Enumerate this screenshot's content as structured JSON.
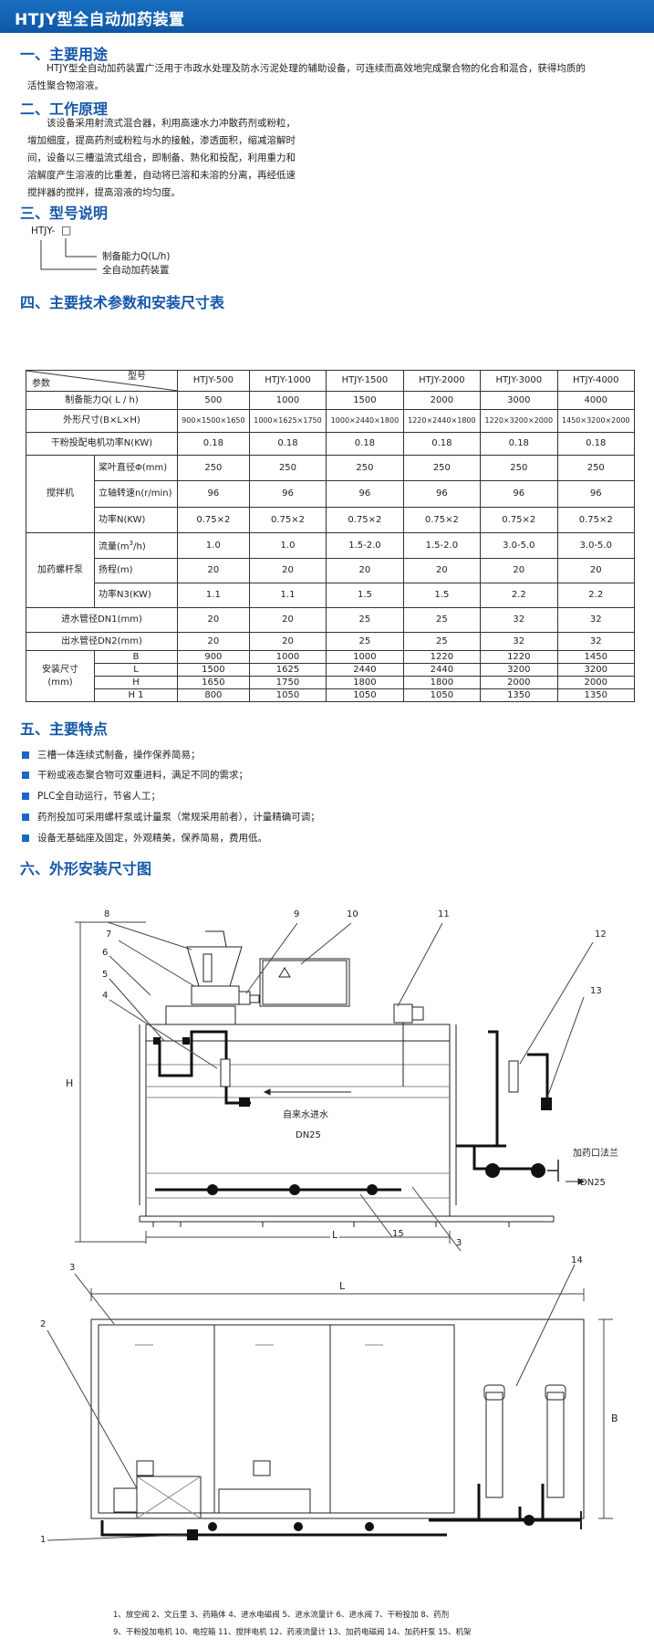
{
  "title": "HTJY型全自动加药装置",
  "sections": {
    "s1": "一、主要用途",
    "s2": "二、工作原理",
    "s3": "三、型号说明",
    "s4": "四、主要技术参数和安装尺寸表",
    "s5": "五、主要特点",
    "s6": "六、外形安装尺寸图"
  },
  "usage": [
    "HTJY型全自动加药装置广泛用于市政水处理及防水污泥处理的辅助设备，可连续而高效地完成聚合物的化合和混合，获得均质的",
    "活性聚合物溶液。"
  ],
  "principle": [
    "该设备采用射流式混合器，利用高速水力冲散药剂或粉粒，",
    "增加细度，提高药剂或粉粒与水的接触，渗透面积，缩减溶解时",
    "间，设备以三槽溢流式组合，即制备、熟化和投配，利用重力和",
    "溶解度产生溶液的比重差，自动将已溶和未溶的分离，再经低速",
    "搅拌器的搅拌，提高溶液的均匀度。"
  ],
  "model": {
    "code": "HTJY-",
    "box": "□",
    "cap": "制备能力Q(L/h)",
    "name": "全自动加药装置"
  },
  "table": {
    "h_model": "型号",
    "h_param": "参数",
    "models": [
      "HTJY-500",
      "HTJY-1000",
      "HTJY-1500",
      "HTJY-2000",
      "HTJY-3000",
      "HTJY-4000"
    ],
    "capacity": {
      "label": "制备能力Q( L / h)",
      "v": [
        "500",
        "1000",
        "1500",
        "2000",
        "3000",
        "4000"
      ]
    },
    "size": {
      "label": "外形尺寸(B×L×H)",
      "v": [
        "900×1500×1650",
        "1000×1625×1750",
        "1000×2440×1800",
        "1220×2440×1800",
        "1220×3200×2000",
        "1450×3200×2000"
      ]
    },
    "motor": {
      "label": "干粉投配电机功率N(KW)",
      "v": [
        "0.18",
        "0.18",
        "0.18",
        "0.18",
        "0.18",
        "0.18"
      ]
    },
    "mixer": {
      "group": "搅拌机",
      "dia": {
        "label": "桨叶直径Φ(mm)",
        "v": [
          "250",
          "250",
          "250",
          "250",
          "250",
          "250"
        ]
      },
      "speed": {
        "label": "立轴转速n(r/min)",
        "v": [
          "96",
          "96",
          "96",
          "96",
          "96",
          "96"
        ]
      },
      "power": {
        "label": "功率N(KW)",
        "v": [
          "0.75×2",
          "0.75×2",
          "0.75×2",
          "0.75×2",
          "0.75×2",
          "0.75×2"
        ]
      }
    },
    "pump": {
      "group": "加药螺杆泵",
      "flow": {
        "label_a": "流量(m",
        "label_sup": "3",
        "label_b": "/h)",
        "v": [
          "1.0",
          "1.0",
          "1.5-2.0",
          "1.5-2.0",
          "3.0-5.0",
          "3.0-5.0"
        ]
      },
      "lift": {
        "label": "扬程(m)",
        "v": [
          "20",
          "20",
          "20",
          "20",
          "20",
          "20"
        ]
      },
      "power": {
        "label": "功率N3(KW)",
        "v": [
          "1.1",
          "1.1",
          "1.5",
          "1.5",
          "2.2",
          "2.2"
        ]
      }
    },
    "inlet": {
      "label": "进水管径DN1(mm)",
      "v": [
        "20",
        "20",
        "25",
        "25",
        "32",
        "32"
      ]
    },
    "outlet": {
      "label": "出水管径DN2(mm)",
      "v": [
        "20",
        "20",
        "25",
        "25",
        "32",
        "32"
      ]
    },
    "install": {
      "group1": "安装尺寸",
      "group2": "(mm)",
      "rows": [
        {
          "k": "B",
          "v": [
            "900",
            "1000",
            "1000",
            "1220",
            "1220",
            "1450"
          ]
        },
        {
          "k": "L",
          "v": [
            "1500",
            "1625",
            "2440",
            "2440",
            "3200",
            "3200"
          ]
        },
        {
          "k": "H",
          "v": [
            "1650",
            "1750",
            "1800",
            "1800",
            "2000",
            "2000"
          ]
        },
        {
          "k": "H 1",
          "v": [
            "800",
            "1050",
            "1050",
            "1050",
            "1350",
            "1350"
          ]
        }
      ]
    }
  },
  "features": [
    "三槽一体连续式制备，操作保养简易；",
    "干粉或液态聚合物可双重进料，满足不同的需求；",
    "PLC全自动运行，节省人工；",
    "药剂投加可采用螺杆泵或计量泵（常规采用前者），计量精确可调；",
    "设备无基础座及固定，外观精美，保养简易，费用低。"
  ],
  "diagram": {
    "callouts": [
      "1",
      "2",
      "3",
      "4",
      "5",
      "6",
      "7",
      "8",
      "9",
      "10",
      "11",
      "12",
      "13",
      "14",
      "15"
    ],
    "water_in": "自来水进水",
    "dn_in": "DN25",
    "outlet": "加药口法兰",
    "dn_out": "DN25",
    "dim_H": "H",
    "dim_L": "L",
    "dim_B": "B",
    "legend1": "1、放空阀 2、文丘里 3、药箱体 4、进水电磁阀 5、进水流量计 6、进水阀 7、干粉投加 8、药剂",
    "legend2": "9、干粉投加电机 10、电控箱 11、搅拌电机 12、药液流量计 13、加药电磁阀 14、加药杆泵 15、机架"
  }
}
